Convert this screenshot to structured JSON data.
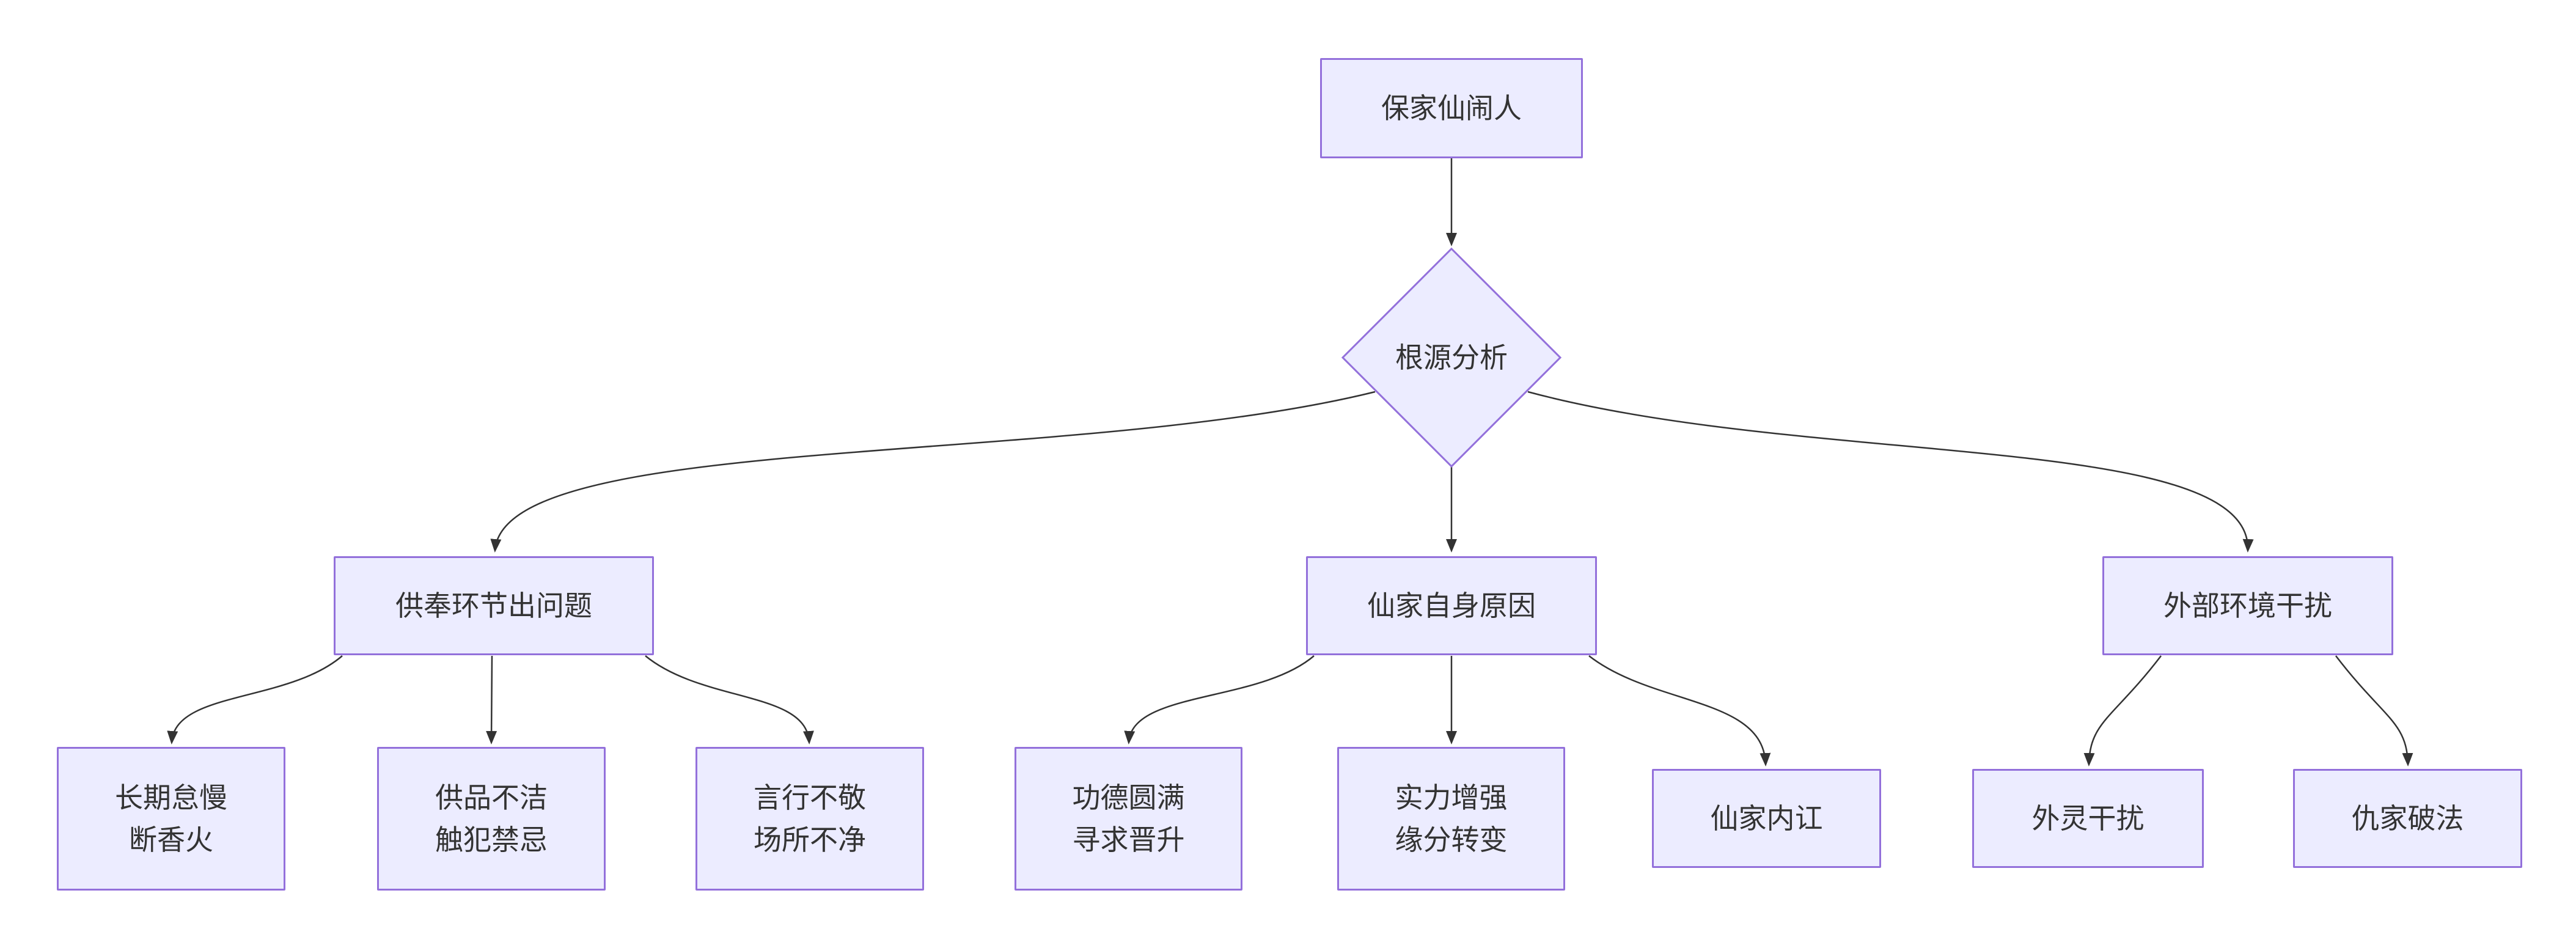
{
  "diagram": {
    "type": "flowchart",
    "direction": "top-down",
    "colors": {
      "node_fill": "#ECECFF",
      "node_border": "#9370DB",
      "edge_color": "#333333",
      "text_color": "#333333",
      "background": "#ffffff"
    },
    "nodes": [
      {
        "id": "A",
        "shape": "rect",
        "label": "保家仙闹人"
      },
      {
        "id": "B",
        "shape": "diamond",
        "label": "根源分析"
      },
      {
        "id": "C",
        "shape": "rect",
        "label": "供奉环节出问题"
      },
      {
        "id": "D",
        "shape": "rect",
        "label": "仙家自身原因"
      },
      {
        "id": "E",
        "shape": "rect",
        "label": "外部环境干扰"
      },
      {
        "id": "F",
        "shape": "rect",
        "label": "长期怠慢\n断香火"
      },
      {
        "id": "G",
        "shape": "rect",
        "label": "供品不洁\n触犯禁忌"
      },
      {
        "id": "H",
        "shape": "rect",
        "label": "言行不敬\n场所不净"
      },
      {
        "id": "I",
        "shape": "rect",
        "label": "功德圆满\n寻求晋升"
      },
      {
        "id": "J",
        "shape": "rect",
        "label": "实力增强\n缘分转变"
      },
      {
        "id": "K",
        "shape": "rect",
        "label": "仙家内讧"
      },
      {
        "id": "L",
        "shape": "rect",
        "label": "外灵干扰"
      },
      {
        "id": "M",
        "shape": "rect",
        "label": "仇家破法"
      }
    ],
    "edges": [
      {
        "from": "A",
        "to": "B"
      },
      {
        "from": "B",
        "to": "C"
      },
      {
        "from": "B",
        "to": "D"
      },
      {
        "from": "B",
        "to": "E"
      },
      {
        "from": "C",
        "to": "F"
      },
      {
        "from": "C",
        "to": "G"
      },
      {
        "from": "C",
        "to": "H"
      },
      {
        "from": "D",
        "to": "I"
      },
      {
        "from": "D",
        "to": "J"
      },
      {
        "from": "D",
        "to": "K"
      },
      {
        "from": "E",
        "to": "L"
      },
      {
        "from": "E",
        "to": "M"
      }
    ]
  }
}
